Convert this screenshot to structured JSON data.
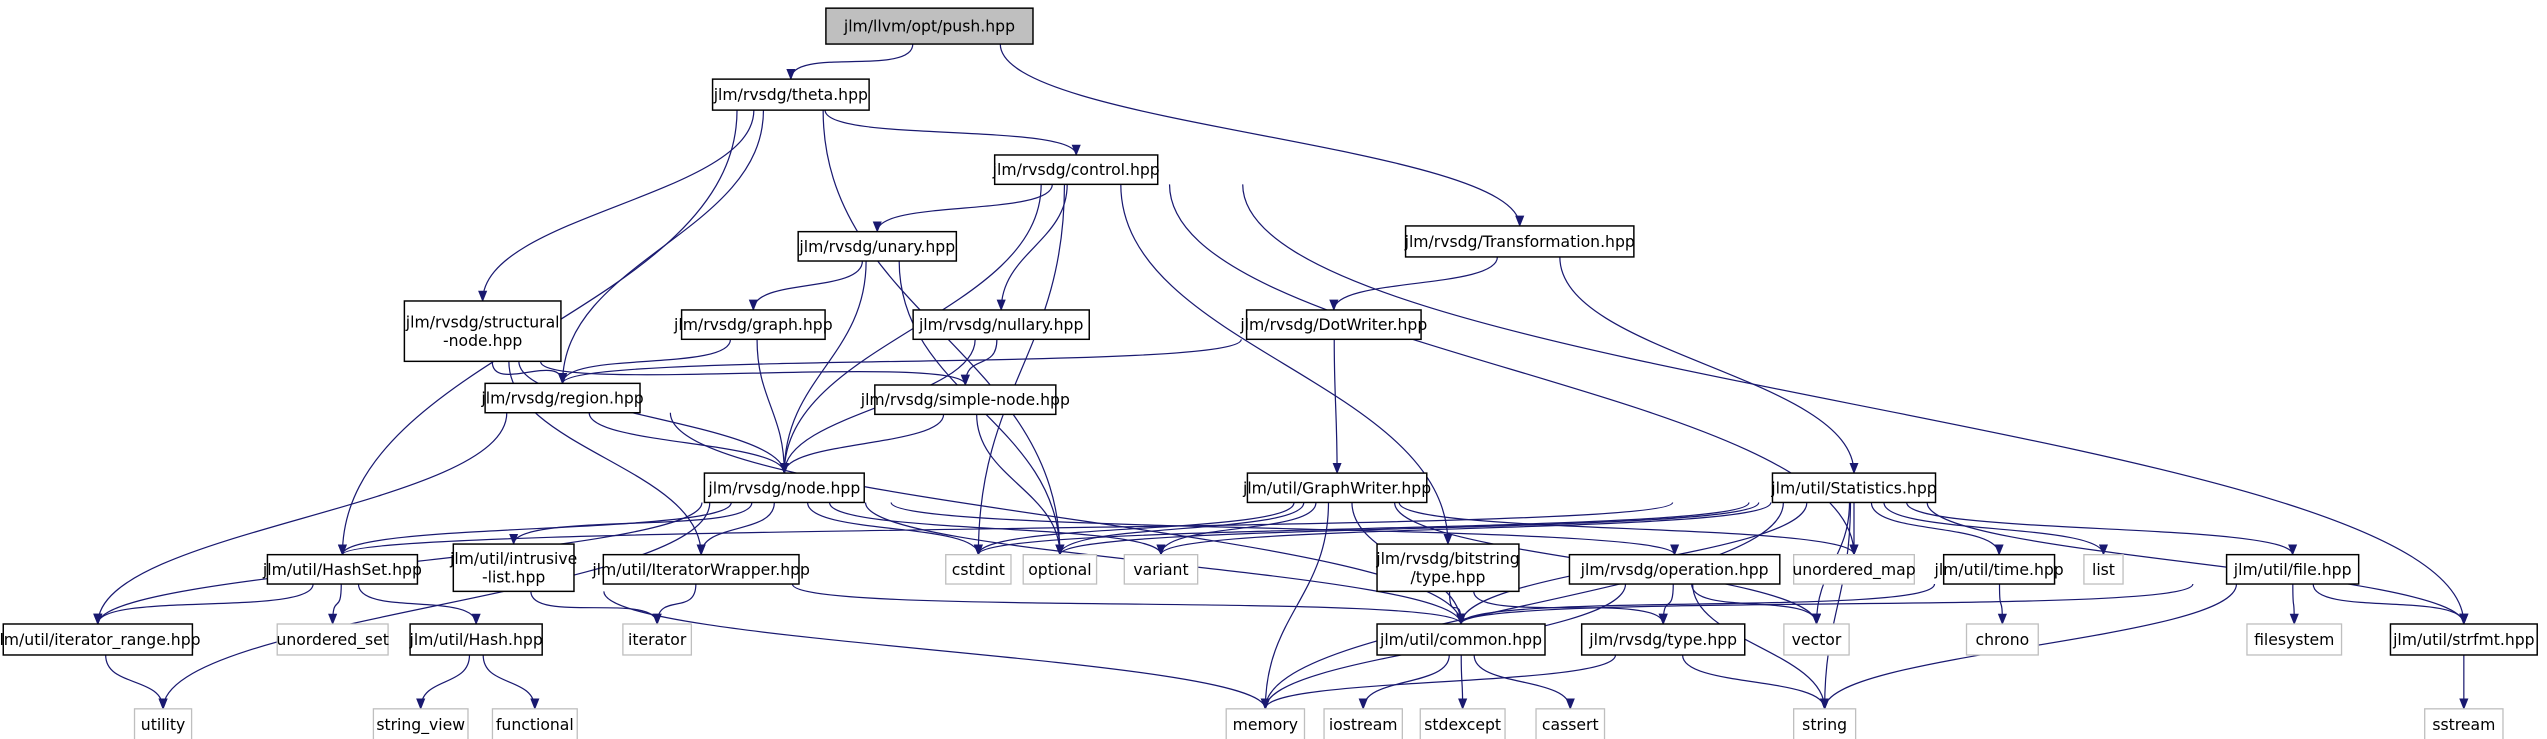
{
  "title": "jlm/llvm/opt/push.hpp",
  "colors": {
    "edge": "#191970",
    "root_fill": "#bfbfbf",
    "project_border": "#000000",
    "system_border": "#bfbfbf",
    "system_text": "#000000"
  },
  "nodes": [
    {
      "id": "push",
      "lines": [
        "jlm/llvm/opt/push.hpp"
      ],
      "kind": "root"
    },
    {
      "id": "theta",
      "lines": [
        "jlm/rvsdg/theta.hpp"
      ],
      "kind": "project"
    },
    {
      "id": "control",
      "lines": [
        "jlm/rvsdg/control.hpp"
      ],
      "kind": "project"
    },
    {
      "id": "transformation",
      "lines": [
        "jlm/rvsdg/Transformation.hpp"
      ],
      "kind": "project"
    },
    {
      "id": "unary",
      "lines": [
        "jlm/rvsdg/unary.hpp"
      ],
      "kind": "project"
    },
    {
      "id": "structural",
      "lines": [
        "jlm/rvsdg/structural",
        "-node.hpp"
      ],
      "kind": "project"
    },
    {
      "id": "graph",
      "lines": [
        "jlm/rvsdg/graph.hpp"
      ],
      "kind": "project"
    },
    {
      "id": "nullary",
      "lines": [
        "jlm/rvsdg/nullary.hpp"
      ],
      "kind": "project"
    },
    {
      "id": "dotwriter",
      "lines": [
        "jlm/rvsdg/DotWriter.hpp"
      ],
      "kind": "project"
    },
    {
      "id": "region",
      "lines": [
        "jlm/rvsdg/region.hpp"
      ],
      "kind": "project"
    },
    {
      "id": "simplenode",
      "lines": [
        "jlm/rvsdg/simple-node.hpp"
      ],
      "kind": "project"
    },
    {
      "id": "node",
      "lines": [
        "jlm/rvsdg/node.hpp"
      ],
      "kind": "project"
    },
    {
      "id": "graphwriter",
      "lines": [
        "jlm/util/GraphWriter.hpp"
      ],
      "kind": "project"
    },
    {
      "id": "statistics",
      "lines": [
        "jlm/util/Statistics.hpp"
      ],
      "kind": "project"
    },
    {
      "id": "hashset",
      "lines": [
        "jlm/util/HashSet.hpp"
      ],
      "kind": "project"
    },
    {
      "id": "intrusive",
      "lines": [
        "jlm/util/intrusive",
        "-list.hpp"
      ],
      "kind": "project"
    },
    {
      "id": "iterwrapper",
      "lines": [
        "jlm/util/IteratorWrapper.hpp"
      ],
      "kind": "project"
    },
    {
      "id": "cstdint",
      "lines": [
        "cstdint"
      ],
      "kind": "system"
    },
    {
      "id": "optional",
      "lines": [
        "optional"
      ],
      "kind": "system"
    },
    {
      "id": "variant",
      "lines": [
        "variant"
      ],
      "kind": "system"
    },
    {
      "id": "bittype",
      "lines": [
        "jlm/rvsdg/bitstring",
        "/type.hpp"
      ],
      "kind": "project"
    },
    {
      "id": "operation",
      "lines": [
        "jlm/rvsdg/operation.hpp"
      ],
      "kind": "project"
    },
    {
      "id": "unordered_map",
      "lines": [
        "unordered_map"
      ],
      "kind": "system"
    },
    {
      "id": "time",
      "lines": [
        "jlm/util/time.hpp"
      ],
      "kind": "project"
    },
    {
      "id": "list",
      "lines": [
        "list"
      ],
      "kind": "system"
    },
    {
      "id": "file",
      "lines": [
        "jlm/util/file.hpp"
      ],
      "kind": "project"
    },
    {
      "id": "iterrange",
      "lines": [
        "jlm/util/iterator_range.hpp"
      ],
      "kind": "project"
    },
    {
      "id": "unordered_set",
      "lines": [
        "unordered_set"
      ],
      "kind": "system"
    },
    {
      "id": "hash",
      "lines": [
        "jlm/util/Hash.hpp"
      ],
      "kind": "project"
    },
    {
      "id": "iterator",
      "lines": [
        "iterator"
      ],
      "kind": "system"
    },
    {
      "id": "common",
      "lines": [
        "jlm/util/common.hpp"
      ],
      "kind": "project"
    },
    {
      "id": "type",
      "lines": [
        "jlm/rvsdg/type.hpp"
      ],
      "kind": "project"
    },
    {
      "id": "vector",
      "lines": [
        "vector"
      ],
      "kind": "system"
    },
    {
      "id": "chrono",
      "lines": [
        "chrono"
      ],
      "kind": "system"
    },
    {
      "id": "filesystem",
      "lines": [
        "filesystem"
      ],
      "kind": "system"
    },
    {
      "id": "strfmt",
      "lines": [
        "jlm/util/strfmt.hpp"
      ],
      "kind": "project"
    },
    {
      "id": "utility",
      "lines": [
        "utility"
      ],
      "kind": "system"
    },
    {
      "id": "string_view",
      "lines": [
        "string_view"
      ],
      "kind": "system"
    },
    {
      "id": "functional",
      "lines": [
        "functional"
      ],
      "kind": "system"
    },
    {
      "id": "memory",
      "lines": [
        "memory"
      ],
      "kind": "system"
    },
    {
      "id": "iostream",
      "lines": [
        "iostream"
      ],
      "kind": "system"
    },
    {
      "id": "stdexcept",
      "lines": [
        "stdexcept"
      ],
      "kind": "system"
    },
    {
      "id": "cassert",
      "lines": [
        "cassert"
      ],
      "kind": "system"
    },
    {
      "id": "string",
      "lines": [
        "string"
      ],
      "kind": "system"
    },
    {
      "id": "sstream",
      "lines": [
        "sstream"
      ],
      "kind": "system"
    }
  ],
  "edges": [
    [
      "push",
      "theta"
    ],
    [
      "push",
      "transformation"
    ],
    [
      "theta",
      "control"
    ],
    [
      "theta",
      "structural"
    ],
    [
      "theta",
      "region"
    ],
    [
      "theta",
      "hashset"
    ],
    [
      "theta",
      "optional"
    ],
    [
      "control",
      "unary"
    ],
    [
      "control",
      "nullary"
    ],
    [
      "control",
      "node"
    ],
    [
      "control",
      "cstdint"
    ],
    [
      "control",
      "unordered_map"
    ],
    [
      "control",
      "bittype"
    ],
    [
      "control",
      "strfmt"
    ],
    [
      "transformation",
      "dotwriter"
    ],
    [
      "transformation",
      "statistics"
    ],
    [
      "unary",
      "graph"
    ],
    [
      "unary",
      "node"
    ],
    [
      "unary",
      "optional"
    ],
    [
      "structural",
      "region"
    ],
    [
      "structural",
      "node"
    ],
    [
      "structural",
      "simplenode"
    ],
    [
      "structural",
      "iterwrapper"
    ],
    [
      "graph",
      "region"
    ],
    [
      "graph",
      "node"
    ],
    [
      "nullary",
      "simplenode"
    ],
    [
      "nullary",
      "node"
    ],
    [
      "dotwriter",
      "region"
    ],
    [
      "dotwriter",
      "graphwriter"
    ],
    [
      "region",
      "node"
    ],
    [
      "region",
      "iterrange"
    ],
    [
      "region",
      "common"
    ],
    [
      "simplenode",
      "node"
    ],
    [
      "simplenode",
      "optional"
    ],
    [
      "node",
      "hashset"
    ],
    [
      "node",
      "intrusive"
    ],
    [
      "node",
      "iterwrapper"
    ],
    [
      "node",
      "cstdint"
    ],
    [
      "node",
      "variant"
    ],
    [
      "node",
      "operation"
    ],
    [
      "node",
      "common"
    ],
    [
      "node",
      "iterrange"
    ],
    [
      "node",
      "utility"
    ],
    [
      "graphwriter",
      "cstdint"
    ],
    [
      "graphwriter",
      "optional"
    ],
    [
      "graphwriter",
      "variant"
    ],
    [
      "graphwriter",
      "memory"
    ],
    [
      "graphwriter",
      "common"
    ],
    [
      "graphwriter",
      "unordered_map"
    ],
    [
      "graphwriter",
      "vector"
    ],
    [
      "statistics",
      "hashset"
    ],
    [
      "statistics",
      "cstdint"
    ],
    [
      "statistics",
      "optional"
    ],
    [
      "statistics",
      "variant"
    ],
    [
      "statistics",
      "memory"
    ],
    [
      "statistics",
      "unordered_map"
    ],
    [
      "statistics",
      "time"
    ],
    [
      "statistics",
      "list"
    ],
    [
      "statistics",
      "file"
    ],
    [
      "statistics",
      "vector"
    ],
    [
      "statistics",
      "string"
    ],
    [
      "statistics",
      "strfmt"
    ],
    [
      "statistics",
      "common"
    ],
    [
      "hashset",
      "iterrange"
    ],
    [
      "hashset",
      "unordered_set"
    ],
    [
      "hashset",
      "hash"
    ],
    [
      "intrusive",
      "iterator"
    ],
    [
      "intrusive",
      "memory"
    ],
    [
      "iterwrapper",
      "iterator"
    ],
    [
      "iterwrapper",
      "common"
    ],
    [
      "iterrange",
      "utility"
    ],
    [
      "hash",
      "string_view"
    ],
    [
      "hash",
      "functional"
    ],
    [
      "bittype",
      "common"
    ],
    [
      "bittype",
      "type"
    ],
    [
      "operation",
      "memory"
    ],
    [
      "operation",
      "type"
    ],
    [
      "operation",
      "vector"
    ],
    [
      "operation",
      "string"
    ],
    [
      "time",
      "common"
    ],
    [
      "time",
      "chrono"
    ],
    [
      "file",
      "common"
    ],
    [
      "file",
      "filesystem"
    ],
    [
      "file",
      "string"
    ],
    [
      "file",
      "strfmt"
    ],
    [
      "common",
      "iostream"
    ],
    [
      "common",
      "stdexcept"
    ],
    [
      "common",
      "cassert"
    ],
    [
      "type",
      "memory"
    ],
    [
      "type",
      "string"
    ],
    [
      "strfmt",
      "sstream"
    ]
  ]
}
